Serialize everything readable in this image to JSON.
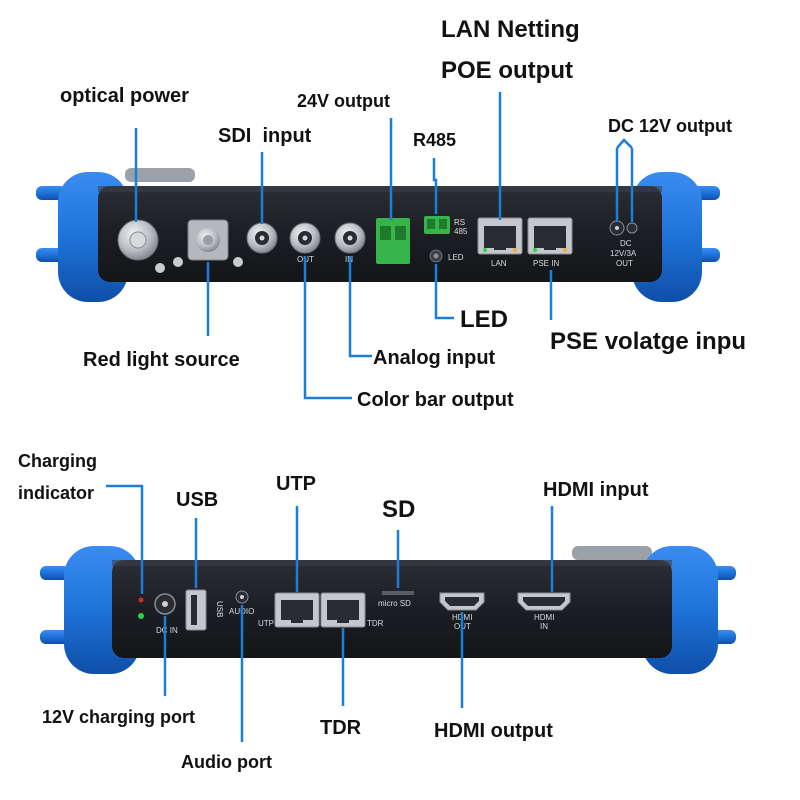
{
  "colors": {
    "device_body": "#1c1e23",
    "bumper_blue": "#1e73d9",
    "bumper_dark": "#0f4fa8",
    "leader_line": "#1a7fd6",
    "label_text": "#111111",
    "terminal_green": "#36b54a",
    "led_green": "#2fd14a",
    "led_red": "#d62b2b"
  },
  "top_panel": {
    "labels": {
      "optical_power": "optical power",
      "sdi_input": "SDI  input",
      "v24_output": "24V output",
      "r485": "R485",
      "lan_netting": "LAN Netting",
      "poe_output": "POE output",
      "dc12_output": "DC 12V output",
      "red_light": "Red light source",
      "analog_input": "Analog input",
      "color_bar": "Color bar output",
      "led": "LED",
      "pse_input": "PSE volatge inpu"
    },
    "port_text": {
      "bnc_out": "OUT",
      "bnc_in": "IN",
      "rs485_line1": "RS",
      "rs485_line2": "485",
      "led": "LED",
      "lan": "LAN",
      "pse_in": "PSE  IN",
      "dc_line1": "DC",
      "dc_line2": "12V/3A",
      "dc_line3": "OUT"
    }
  },
  "bottom_panel": {
    "labels": {
      "charging_indicator_1": "Charging",
      "charging_indicator_2": "indicator",
      "usb": "USB",
      "utp": "UTP",
      "sd": "SD",
      "hdmi_input": "HDMI input",
      "charging_port": "12V charging port",
      "tdr": "TDR",
      "hdmi_output": "HDMI output",
      "audio_port": "Audio port"
    },
    "port_text": {
      "dc_in": "DC IN",
      "usb": "USB",
      "audio": "AUDIO",
      "utp": "UTP",
      "tdr": "TDR",
      "micro_sd": "micro SD",
      "hdmi_out_1": "HDMI",
      "hdmi_out_2": "OUT",
      "hdmi_in_1": "HDMI",
      "hdmi_in_2": "IN"
    }
  }
}
